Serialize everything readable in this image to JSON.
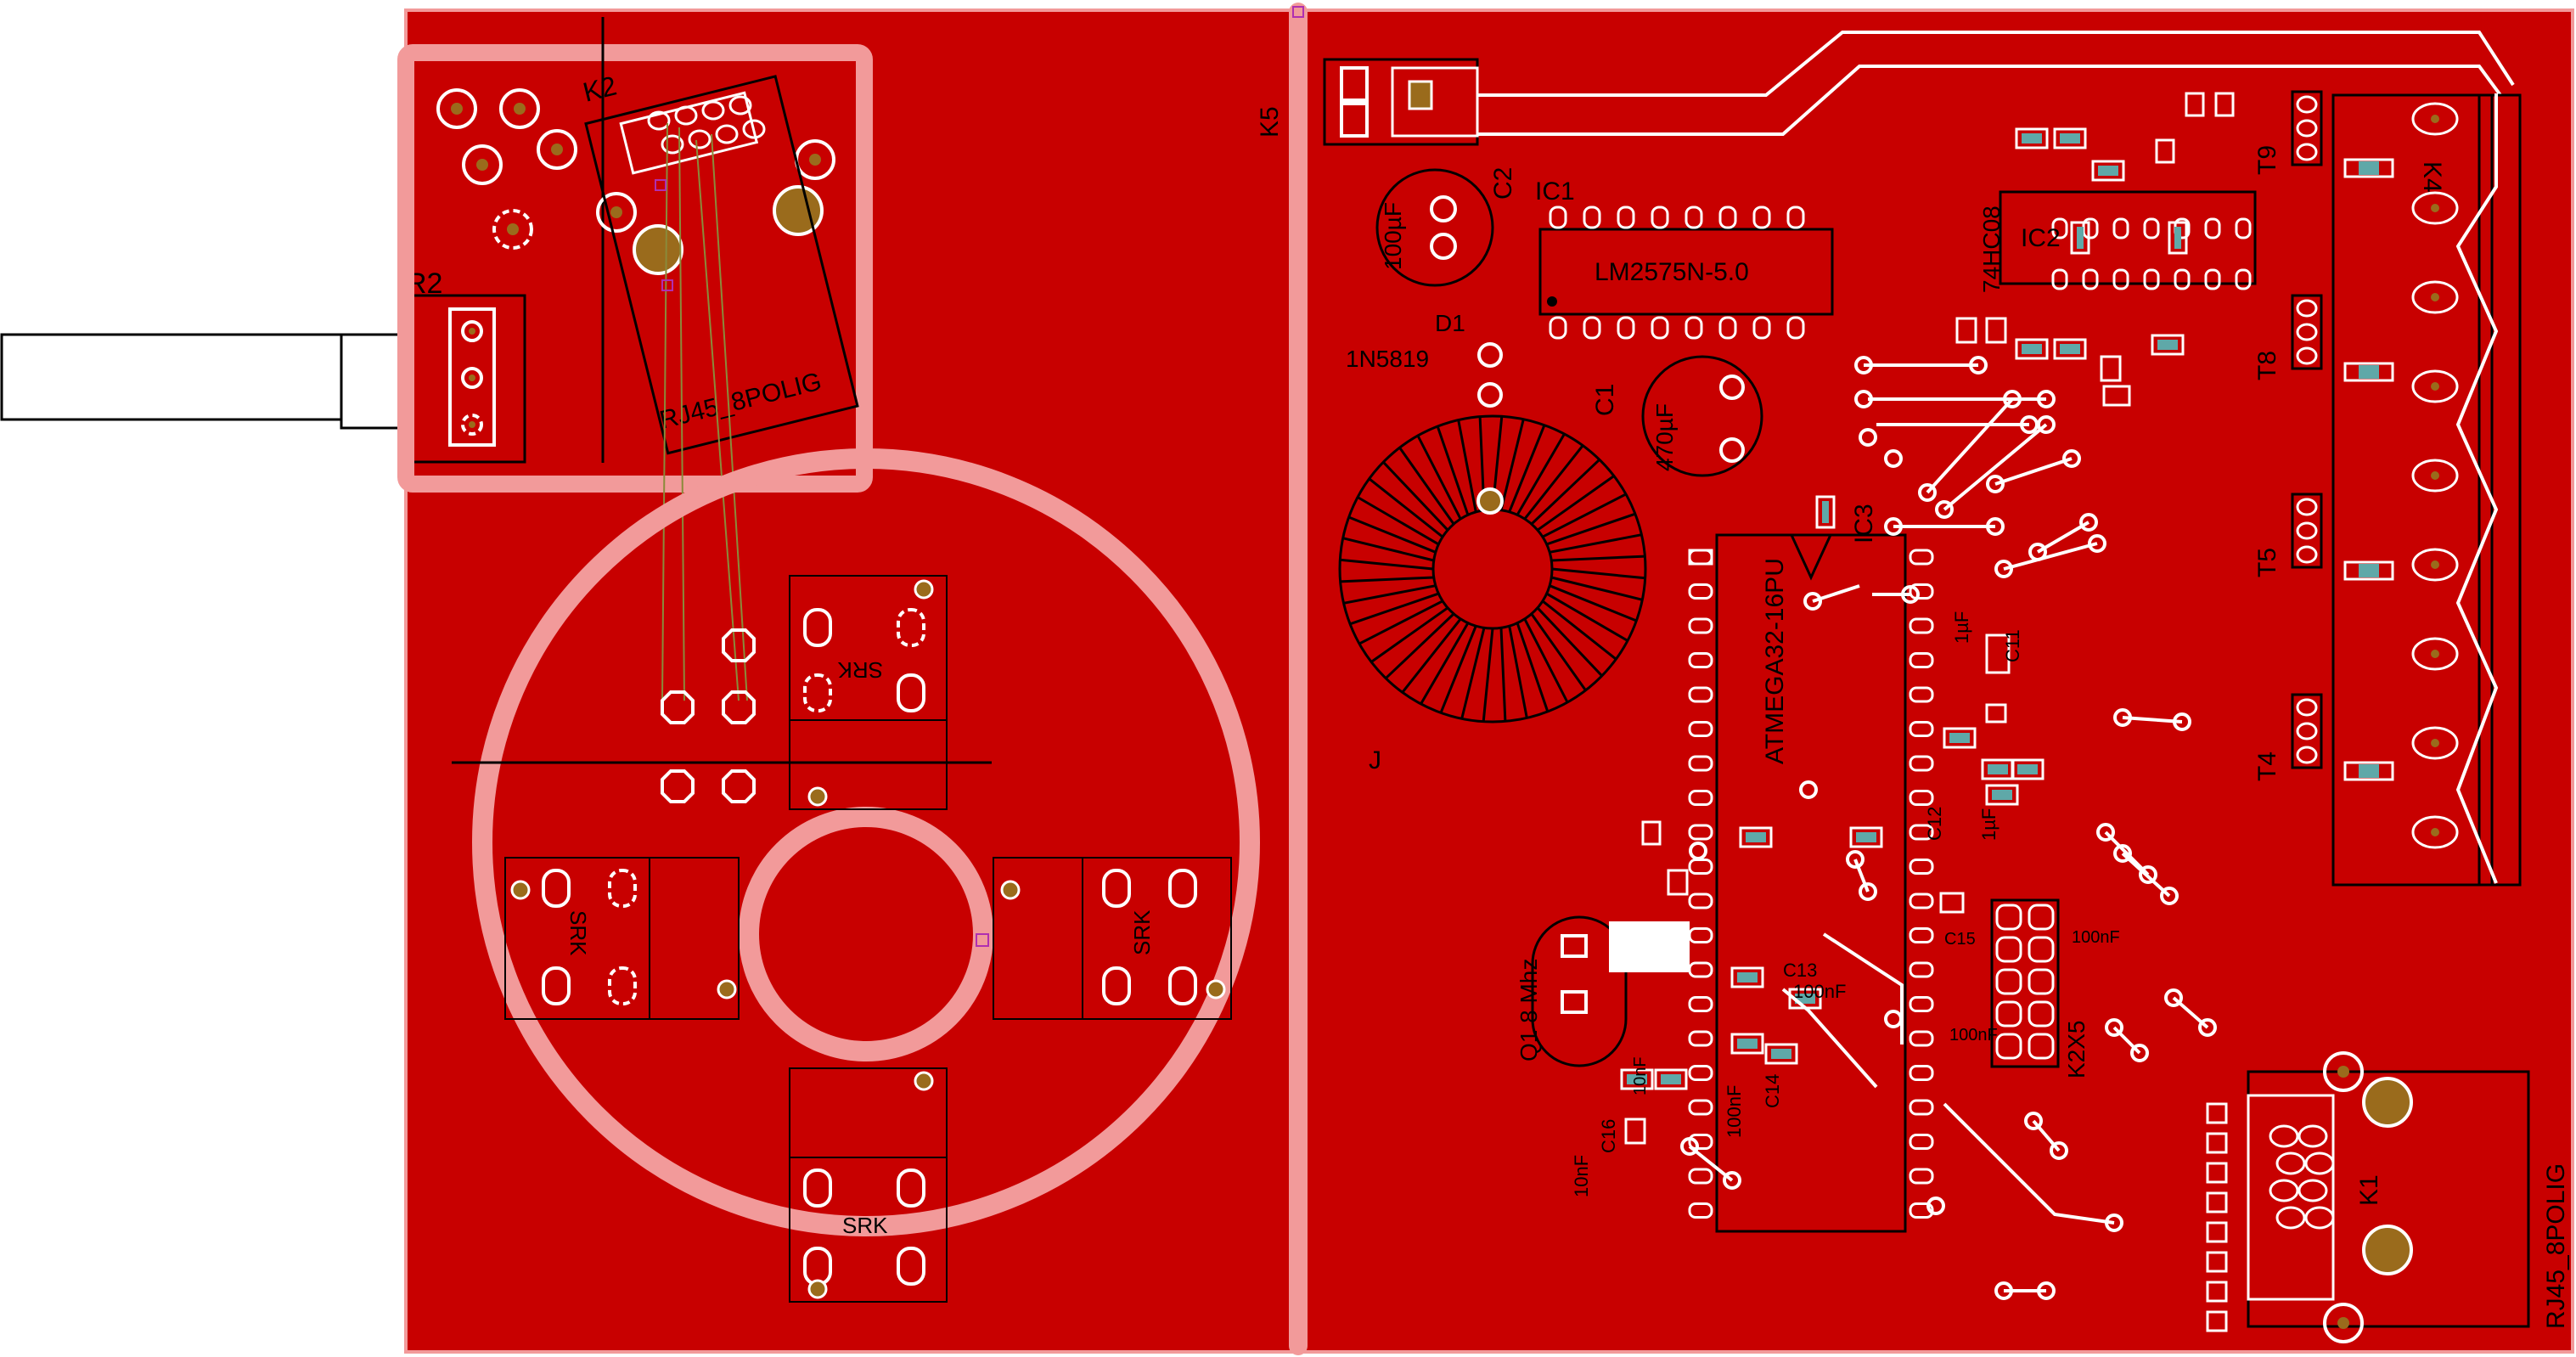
{
  "colors": {
    "board_red": "#c80000",
    "outline_pink": "#f29a9a",
    "pad_white": "#ffffff",
    "drill_brown": "#9a6b1c",
    "silk_black": "#000000",
    "smd_cyan": "#5fa8a8",
    "via_magenta": "#b02fb0",
    "airwire": "#8a8a3a"
  },
  "labels": {
    "k2": "K2",
    "r2": "R2",
    "rj45_left": "RJ45_8POLIG",
    "k5": "K5",
    "c2": "C2",
    "cap100": "100µF",
    "ic1": "IC1",
    "lm2575": "LM2575N-5.0",
    "d1": "D1",
    "n5819": "1N5819",
    "c1": "C1",
    "cap470": "470µF",
    "ic2": "IC2",
    "hc08": "74HC08",
    "ic3": "IC3",
    "atmega": "ATMEGA32-16PU",
    "k4": "K4",
    "t9": "T9",
    "t8": "T8",
    "t5": "T5",
    "t4": "T4",
    "quartz": "Q1 8 Mhz",
    "k2x5": "K2X5",
    "k1": "K1",
    "rj45_right": "RJ45_8POLIG",
    "srk_top": "SRK",
    "srk_left": "SRK",
    "srk_right": "SRK",
    "srk_bottom": "SRK",
    "c11": "C11",
    "c12": "C12",
    "c16": "C16",
    "c13": "C13",
    "c14": "C14",
    "c15": "C15",
    "cap_1uf": "1µF",
    "cap_1uf_b": "1µF",
    "cap_10nf": "10nF",
    "cap_10nf_b": "10nF",
    "cap_100nf": "100nF",
    "cap_100nf_b": "100nF",
    "cap_100nf_c": "100nF",
    "cap_100nf_d": "100nF",
    "mark_j": "J"
  }
}
